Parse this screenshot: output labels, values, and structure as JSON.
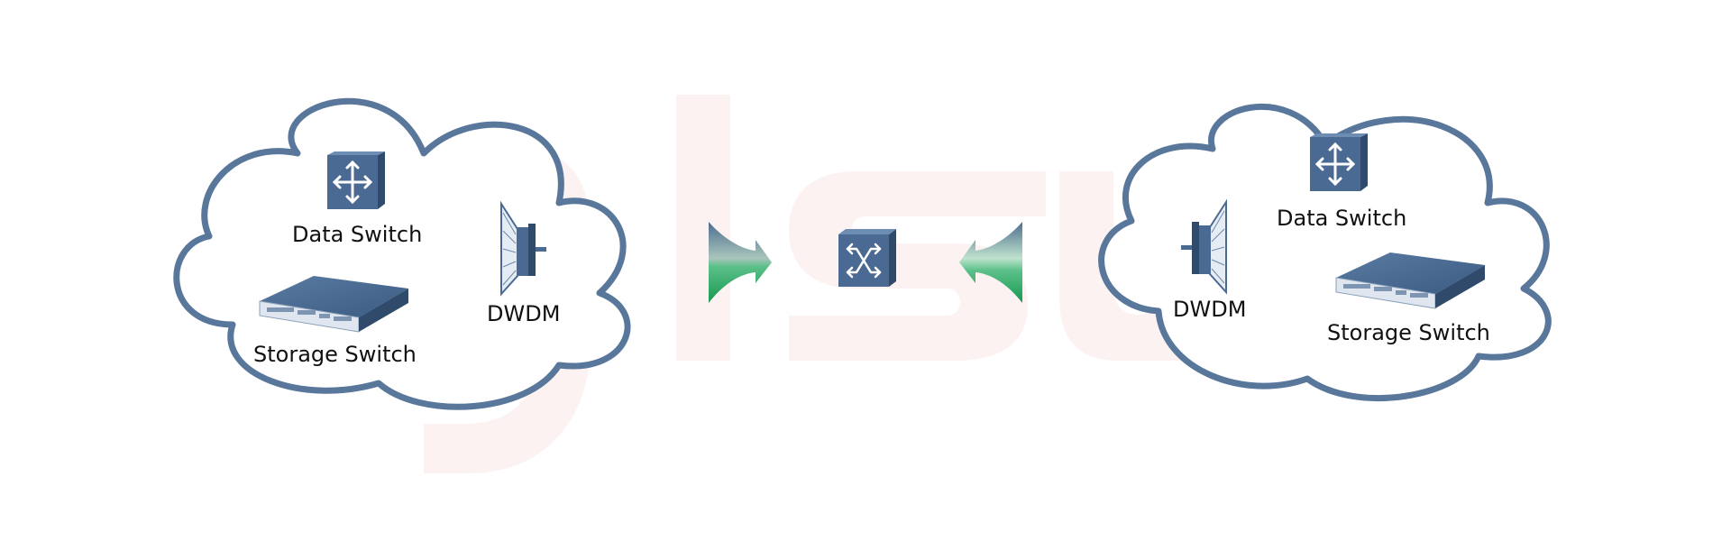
{
  "diagram": {
    "watermark": "glsun",
    "left_site": {
      "data_switch_label": "Data Switch",
      "storage_switch_label": "Storage Switch",
      "dwdm_label": "DWDM"
    },
    "right_site": {
      "data_switch_label": "Data Switch",
      "storage_switch_label": "Storage Switch",
      "dwdm_label": "DWDM"
    },
    "center_device": "optical-switch-icon"
  },
  "colors": {
    "cloud_border": "#58779b",
    "device_fill": "#4a6a93",
    "device_dark": "#2f4a6b",
    "arrow_green": "#2aa66a",
    "watermark": "#fdf3f3"
  }
}
